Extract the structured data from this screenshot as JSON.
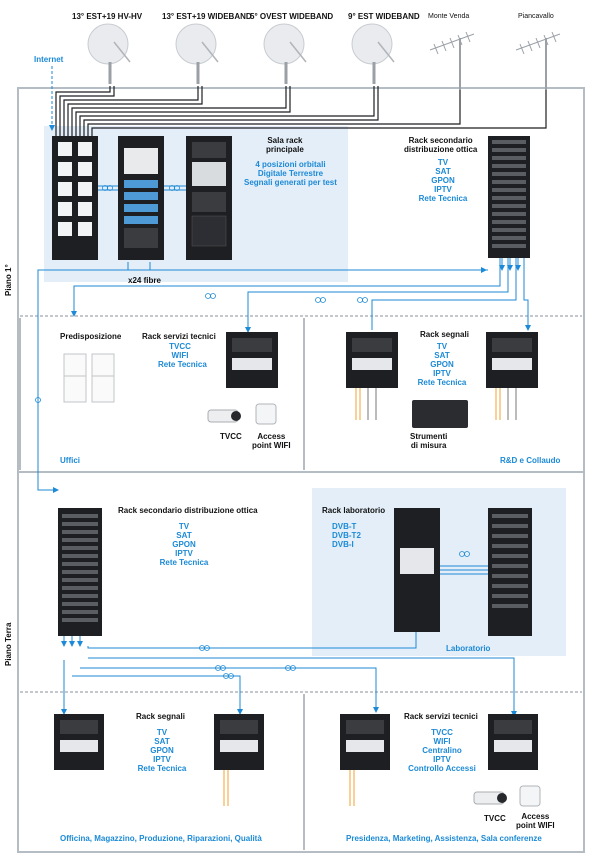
{
  "antennas": [
    "13° EST+19 HV-HV",
    "13° EST+19 WIDEBAND",
    "5° OVEST WIDEBAND",
    "9° EST WIDEBAND",
    "Monte Venda",
    "Piancavallo"
  ],
  "internet": "Internet",
  "floors": {
    "first": "Piano 1°",
    "ground": "Piano Terra"
  },
  "main_rack": {
    "title": [
      "Sala rack",
      "principale"
    ],
    "services": [
      "4 posizioni orbitali",
      "Digitale Terrestre",
      "Segnali generati per test"
    ],
    "fibre": "x24 fibre"
  },
  "secondary_rack_top": {
    "title": [
      "Rack secondario",
      "distribuzione ottica"
    ],
    "services": [
      "TV",
      "SAT",
      "GPON",
      "IPTV",
      "Rete Tecnica"
    ]
  },
  "uffici": {
    "predisposizione": "Predisposizione",
    "rack_title": "Rack servizi tecnici",
    "services": [
      "TVCC",
      "WIFI",
      "Rete Tecnica"
    ],
    "tvcc": "TVCC",
    "ap": [
      "Access",
      "point WIFI"
    ],
    "zone": "Uffici"
  },
  "rd": {
    "rack_title": "Rack segnali",
    "services": [
      "TV",
      "SAT",
      "GPON",
      "IPTV",
      "Rete Tecnica"
    ],
    "instruments": [
      "Strumenti",
      "di misura"
    ],
    "zone": "R&D e Collaudo"
  },
  "ground_secondary": {
    "title": "Rack secondario distribuzione ottica",
    "services": [
      "TV",
      "SAT",
      "GPON",
      "IPTV",
      "Rete Tecnica"
    ]
  },
  "lab": {
    "title": "Rack laboratorio",
    "services": [
      "DVB-T",
      "DVB-T2",
      "DVB-I"
    ],
    "zone": "Laboratorio"
  },
  "officina": {
    "rack_title": "Rack segnali",
    "services": [
      "TV",
      "SAT",
      "GPON",
      "IPTV",
      "Rete Tecnica"
    ],
    "zone": "Officina, Magazzino, Produzione, Riparazioni, Qualità"
  },
  "presidenza": {
    "rack_title": "Rack servizi tecnici",
    "services": [
      "TVCC",
      "WIFI",
      "Centralino",
      "IPTV",
      "Controllo Accessi"
    ],
    "tvcc": "TVCC",
    "ap": [
      "Access",
      "point WIFI"
    ],
    "zone": "Presidenza, Marketing, Assistenza, Sala conferenze"
  },
  "colors": {
    "accent": "#1c8ad6",
    "panel": "#e3eef8",
    "border": "#b5bcc4",
    "rack": "#1e1f22"
  }
}
